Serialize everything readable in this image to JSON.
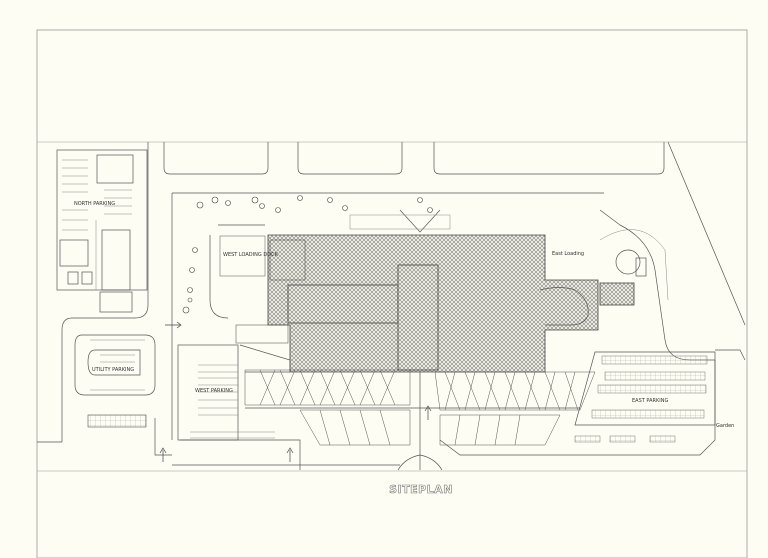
{
  "drawing": {
    "title": "SITEPLAN",
    "labels": {
      "north_parking": "NORTH PARKING",
      "utility_parking": "UTILITY PARKING",
      "west_parking": "WEST PARKING",
      "east_parking": "EAST PARKING",
      "west_loading": "WEST LOADING DOCK",
      "east_loading": "East Loading",
      "garden": "Garden"
    }
  },
  "colors": {
    "paper": "#fdfdf3",
    "line": "#555555",
    "hatch": "#6a6a6a"
  }
}
